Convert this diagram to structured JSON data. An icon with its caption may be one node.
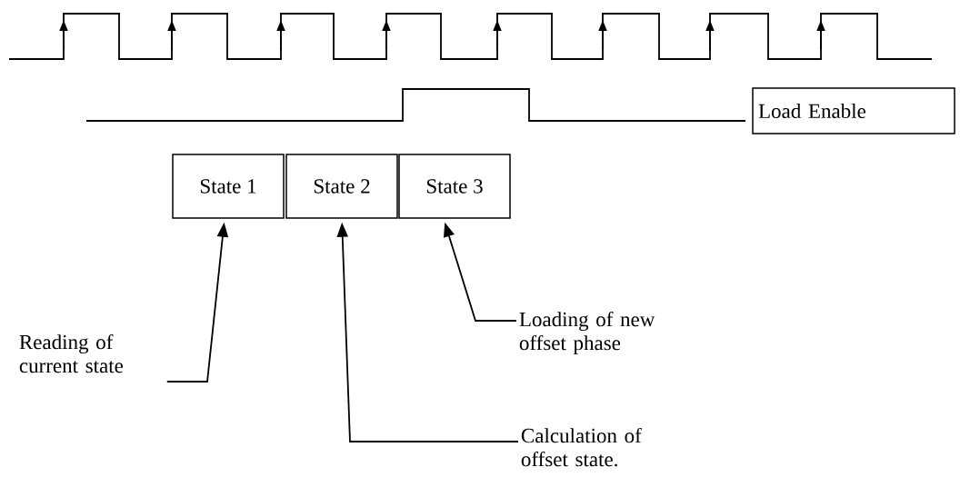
{
  "diagram": {
    "nodes": [
      {
        "text": [
          "Load Enable"
        ]
      },
      {
        "text": [
          "State 1"
        ]
      },
      {
        "text": [
          "State 2"
        ]
      },
      {
        "text": [
          "State 3"
        ]
      },
      {
        "text": [
          "Reading of current state"
        ]
      },
      {
        "text": [
          "Calculation of offset state."
        ]
      },
      {
        "text": [
          "Loading of new offset phase"
        ]
      }
    ],
    "edges": [
      {
        "from": 4,
        "to": 1,
        "arrow": "to"
      },
      {
        "from": 5,
        "to": 2,
        "arrow": "to"
      },
      {
        "from": 6,
        "to": 3,
        "arrow": "to"
      }
    ]
  }
}
